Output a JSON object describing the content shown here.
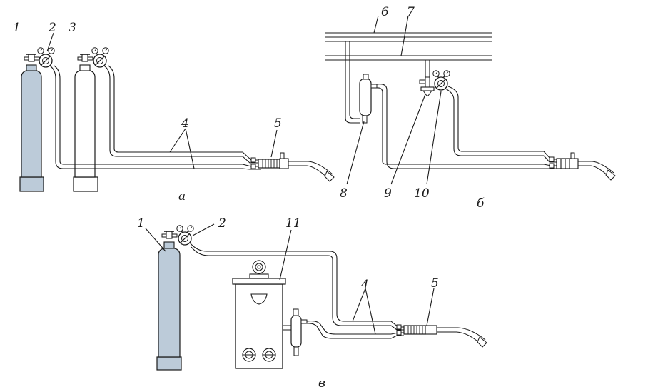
{
  "labels": {
    "n1a": "1",
    "n2a": "2",
    "n3": "3",
    "n4a": "4",
    "n5a": "5",
    "n6": "6",
    "n7": "7",
    "n8": "8",
    "n9": "9",
    "n10": "10",
    "n1c": "1",
    "n2c": "2",
    "n11": "11",
    "n4c": "4",
    "n5c": "5"
  },
  "captions": {
    "a": "а",
    "b": "б",
    "c": "в"
  },
  "colors": {
    "oxygen_cylinder": "#bccbd9",
    "outline": "#1a1a1a",
    "background": "#ffffff"
  }
}
